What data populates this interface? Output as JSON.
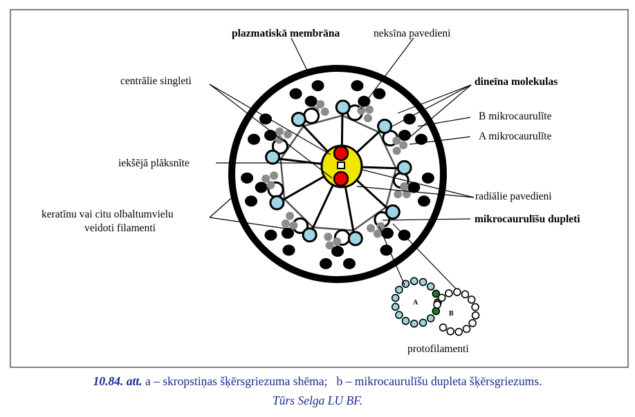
{
  "labels": {
    "plasma_membrane": "plazmatiskā membrāna",
    "nexin": "neksīna pavedieni",
    "central_singlets": "centrālie singleti",
    "dynein": "dineīna molekulas",
    "b_tubule": "B mikrocaurulīte",
    "a_tubule": "A mikrocaurulīte",
    "inner_sheath": "iekšējā plāksnīte",
    "radial_spokes": "radiālie pavedieni",
    "filaments_line1": "keratīnu vai citu olbaltumvielu",
    "filaments_line2": "veidoti filamenti",
    "doublets": "mikrocaurulīšu dupleti",
    "protofilaments": "protofilamenti",
    "A": "A",
    "B": "B"
  },
  "caption": {
    "fig_ref": "10.84. att.",
    "part_a": "a – skropstiņas šķērsgriezuma shēma;",
    "part_b": "b – mikrocaurulīšu dupleta šķērsgriezums.",
    "credit": "Tūrs Selga LU BF."
  },
  "colors": {
    "a_tubule": "#9fd6e6",
    "dynein": "#8c8c8c",
    "central_sheath": "#f2e600",
    "central_singlet": "#e60000",
    "protofilament_shared": "#1e7a2a",
    "caption_text": "#1a2b8f"
  },
  "counts": {
    "doublets": 9,
    "central_singlets": 2,
    "protofilaments_A": 13,
    "protofilaments_B": 10
  }
}
